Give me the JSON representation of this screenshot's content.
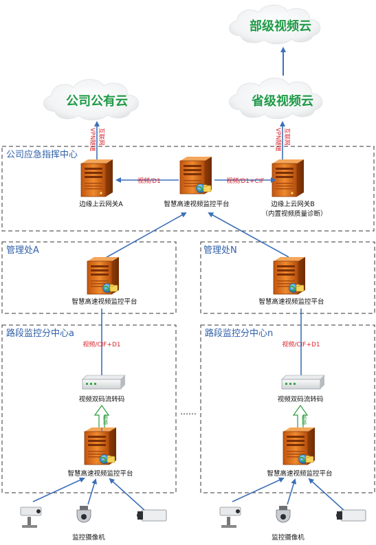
{
  "clouds": {
    "ministry": "部级视频云",
    "public": "公司公有云",
    "province": "省级视频云"
  },
  "regions": {
    "command_center": "公司应急指挥中心",
    "mgmt_a": "管理处A",
    "mgmt_n": "管理处N",
    "road_a": "路段监控分中心a",
    "road_n": "路段监控分中心n"
  },
  "nodes": {
    "gateway_a": "边缘上云网关A",
    "gateway_b": "边缘上云网关B",
    "gateway_b_note": "（内置视频质量诊断）",
    "platform": "智慧高速视频监控平台",
    "transcoder": "视频双码流转码",
    "cameras": "监控摄像机"
  },
  "links": {
    "internet": "互联网",
    "vpn": "VPN隧道",
    "video_d1": "视频/D1",
    "video_d1_cif": "视频/D1+CIF",
    "video_cif_d1": "视频/CIF+D1",
    "video_mini": "视频"
  },
  "ellipsis": "……",
  "colors": {
    "region_title": "#2e5fa8",
    "link_label": "#d8222a",
    "arrow": "#3c6fb8",
    "up_arrow": "#2a9a3a",
    "cloud_text": "#1e9a46"
  }
}
